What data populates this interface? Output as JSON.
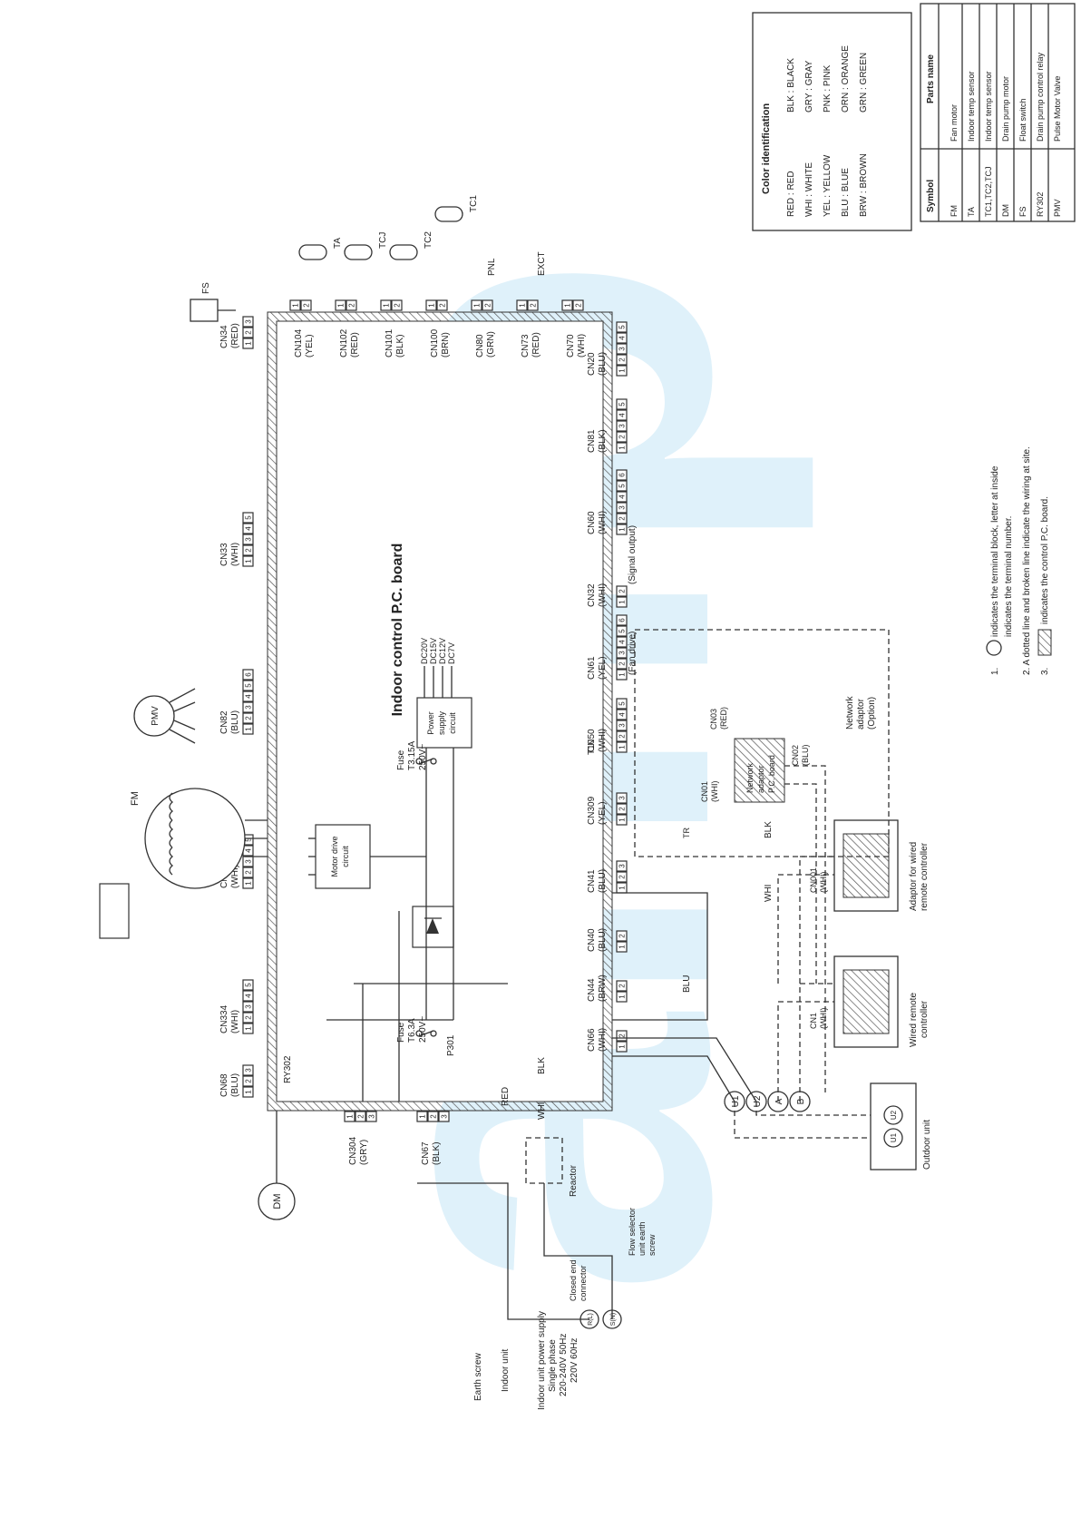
{
  "watermark": "amp",
  "board": {
    "title": "Indoor control P.C. board"
  },
  "components": {
    "fm": "FM",
    "pmv": "PMV",
    "dm": "DM",
    "fs": "FS",
    "ta": "TA",
    "tcj": "TCJ",
    "tc2": "TC2",
    "tc1": "TC1",
    "motor_drive": [
      "Motor drive",
      "circuit"
    ],
    "power_supply": [
      "Power",
      "supply",
      "circuit"
    ],
    "fuse1": [
      "Fuse",
      "T3.15A",
      "250V~"
    ],
    "fuse2": [
      "Fuse",
      "T6.3A",
      "250V~"
    ],
    "ry302": "RY302",
    "p301": "P301",
    "t10": "T10",
    "tr": "TR",
    "dc": [
      "DC20V",
      "DC15V",
      "DC12V",
      "DC7V"
    ],
    "fan_drive": "(Fan drive)",
    "signal_output": "(Signal output)",
    "pnl": "PNL",
    "exct": "EXCT",
    "reactor": "Reactor",
    "closed_end": [
      "Closed end",
      "connector"
    ],
    "flow_selector": [
      "Flow selector",
      "unit earth",
      "screw"
    ],
    "earth_screw": "Earth screw",
    "indoor_unit": "Indoor unit",
    "power_supply_text": [
      "Indoor unit power supply",
      "Single phase",
      "220-240V 50Hz",
      "220V 60Hz"
    ],
    "outdoor_unit": "Outdoor unit",
    "wired_remote": [
      "Wired remote",
      "controller"
    ],
    "adaptor_wired": [
      "Adaptor for wired",
      "remote controller"
    ],
    "network_adaptor_option": [
      "Network",
      "adaptor",
      "(Option)"
    ],
    "network_adaptor_board": [
      "Network",
      "adaptor",
      "P.C. board"
    ],
    "terminal_labels": {
      "u1": "U1",
      "u2": "U2",
      "a": "A",
      "b": "B",
      "l": "R(L)",
      "n": "S(N)"
    }
  },
  "connectors": {
    "top": [
      {
        "name": "CN68",
        "color": "(BLU)"
      },
      {
        "name": "CN334",
        "color": "(WHI)"
      },
      {
        "name": "CN333",
        "color": "(WHI)"
      },
      {
        "name": "CN82",
        "color": "(BLU)"
      },
      {
        "name": "CN33",
        "color": "(WHI)"
      },
      {
        "name": "CN34",
        "color": "(RED)"
      }
    ],
    "right": [
      {
        "name": "CN104",
        "color": "(YEL)"
      },
      {
        "name": "CN102",
        "color": "(RED)"
      },
      {
        "name": "CN101",
        "color": "(BLK)"
      },
      {
        "name": "CN100",
        "color": "(BRN)"
      },
      {
        "name": "CN80",
        "color": "(GRN)"
      },
      {
        "name": "CN73",
        "color": "(RED)"
      },
      {
        "name": "CN70",
        "color": "(WHI)"
      }
    ],
    "bottom": [
      {
        "name": "CN20",
        "color": "(BLU)"
      },
      {
        "name": "CN81",
        "color": "(BLK)"
      },
      {
        "name": "CN60",
        "color": "(WHI)"
      },
      {
        "name": "CN32",
        "color": "(WHI)"
      },
      {
        "name": "CN61",
        "color": "(YEL)"
      },
      {
        "name": "CN50",
        "color": "(WHI)"
      },
      {
        "name": "CN309",
        "color": "(YEL)"
      },
      {
        "name": "CN41",
        "color": "(BLU)"
      },
      {
        "name": "CN40",
        "color": "(BLU)"
      },
      {
        "name": "CN44",
        "color": "(BRW)"
      },
      {
        "name": "CN66",
        "color": "(WHI)"
      }
    ],
    "left": [
      {
        "name": "CN304",
        "color": "(GRY)"
      },
      {
        "name": "CN67",
        "color": "(BLK)"
      }
    ],
    "network": [
      {
        "name": "CN01",
        "color": "(WHI)"
      },
      {
        "name": "CN02",
        "color": "(BLU)"
      },
      {
        "name": "CN03",
        "color": "(RED)"
      },
      {
        "name": "CN001",
        "color": "(WHI)"
      },
      {
        "name": "CN1",
        "color": "(WHI)"
      }
    ]
  },
  "wire_colors": {
    "red": "RED",
    "whi": "WHI",
    "blk": "BLK",
    "blu": "BLU"
  },
  "color_identification": {
    "title": "Color identification",
    "items": [
      "RED : RED",
      "WHI : WHITE",
      "YEL : YELLOW",
      "BLU : BLUE",
      "BRW : BROWN",
      "BLK : BLACK",
      "GRY : GRAY",
      "PNK : PINK",
      "ORN : ORANGE",
      "GRN : GREEN"
    ]
  },
  "parts_table": {
    "headers": [
      "Symbol",
      "Parts name"
    ],
    "rows": [
      [
        "FM",
        "Fan motor"
      ],
      [
        "TA",
        "Indoor temp sensor"
      ],
      [
        "TC1,TC2,TCJ",
        "Indoor temp sensor"
      ],
      [
        "DM",
        "Drain pump motor"
      ],
      [
        "FS",
        "Float switch"
      ],
      [
        "RY302",
        "Drain pump control relay"
      ],
      [
        "PMV",
        "Pulse Motor Valve"
      ]
    ]
  },
  "notes": [
    "1.",
    "indicates the terminal block, letter at inside",
    "indicates the terminal number.",
    "2.  A dotted line and broken line indicate the wiring at site.",
    "3.",
    "indicates the control P.C. board."
  ]
}
